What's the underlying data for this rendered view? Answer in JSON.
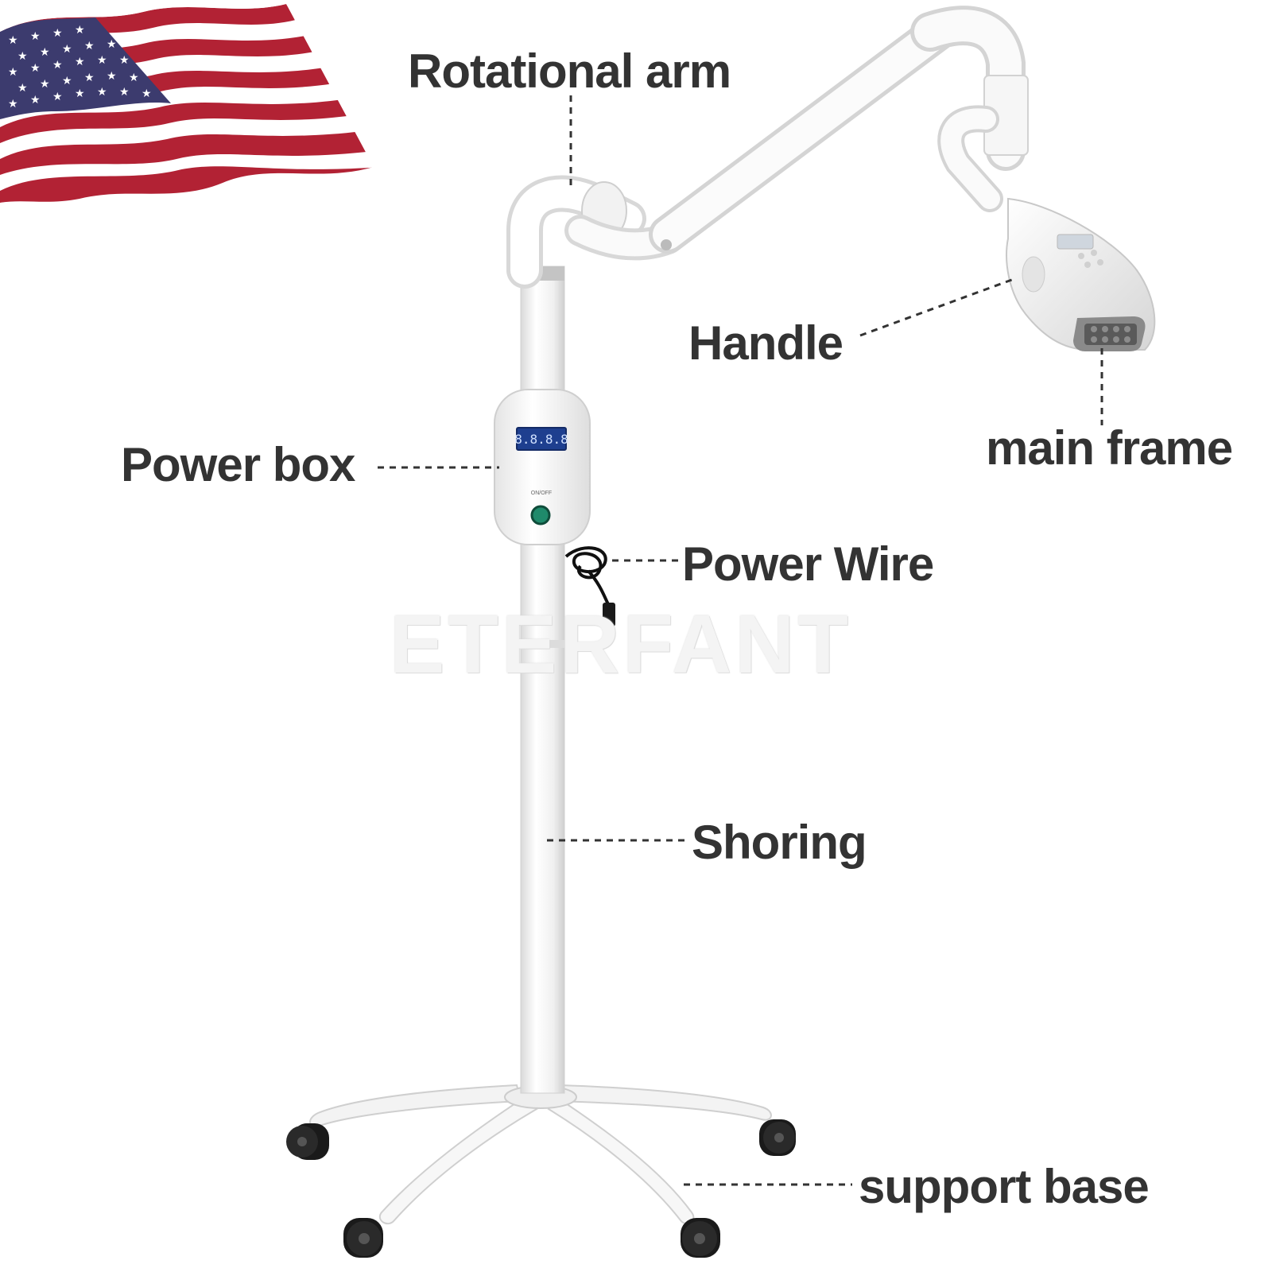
{
  "labels": {
    "rotational_arm": "Rotational arm",
    "handle": "Handle",
    "main_frame": "main frame",
    "power_box": "Power box",
    "power_wire": "Power Wire",
    "shoring": "Shoring",
    "support_base": "support base"
  },
  "device": {
    "display_readout": "8.8.8.8",
    "switch_label": "ON/OFF"
  },
  "watermark": "ETERFANT",
  "flag": {
    "icon": "us-flag-icon",
    "colors": {
      "red": "#b22234",
      "white": "#ffffff",
      "blue": "#3c3b6e"
    }
  },
  "colors": {
    "label_text": "#333333",
    "leader_line": "#333333",
    "device_body": "#f2f2f2",
    "display_blue": "#1e3f8f",
    "switch_green": "#1f8a6b",
    "wheel": "#1a1a1a"
  }
}
